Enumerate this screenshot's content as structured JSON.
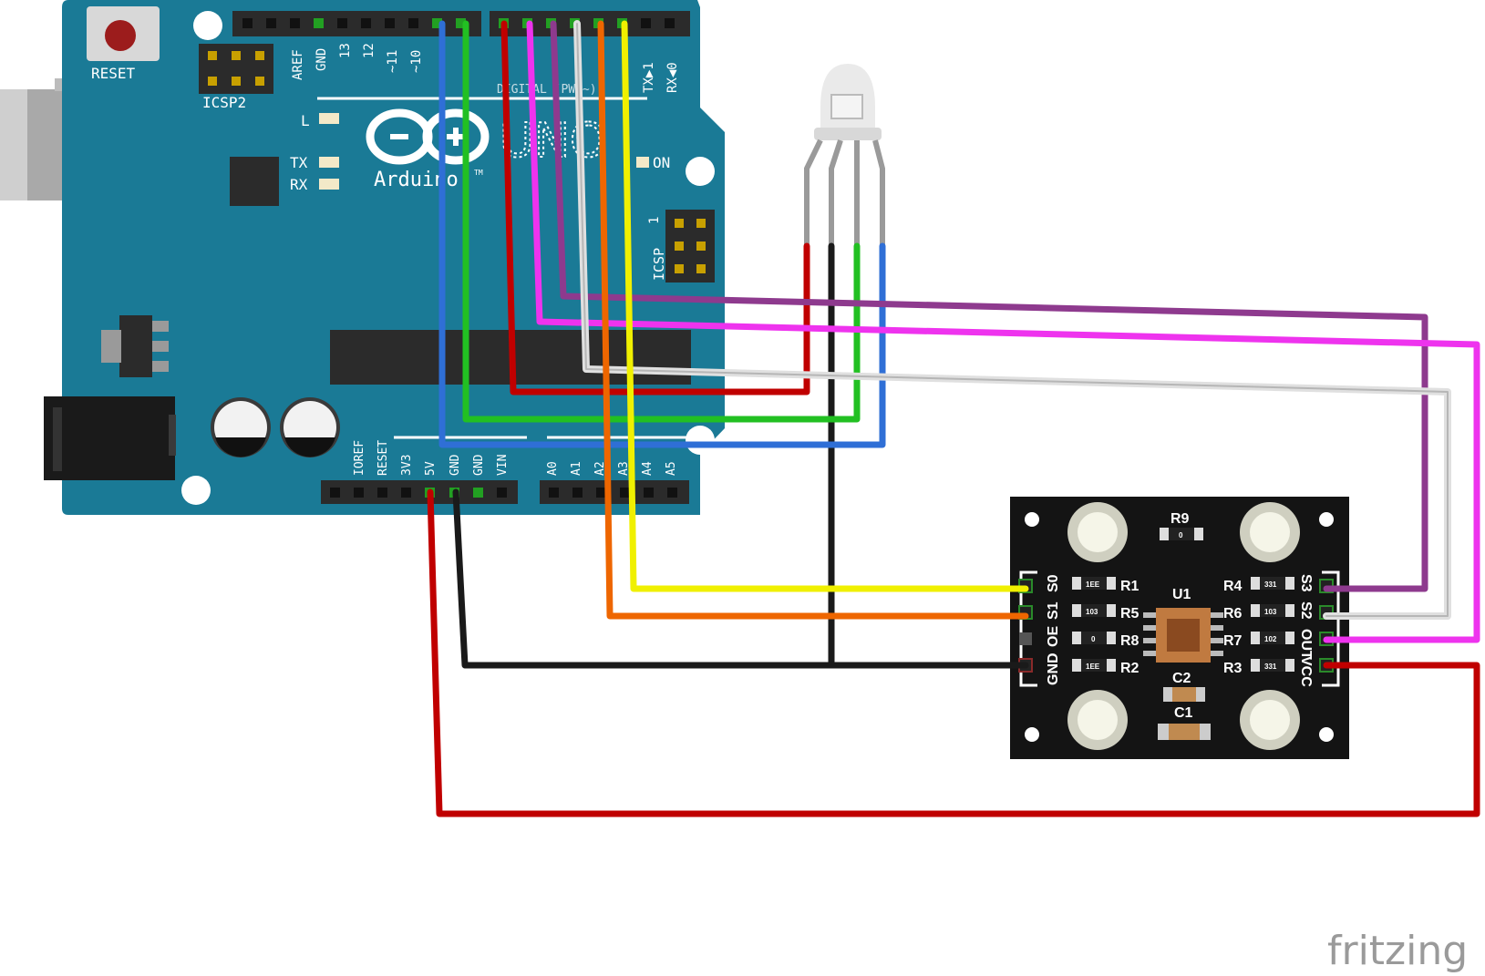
{
  "app": {
    "brand": "fritzing"
  },
  "arduino": {
    "reset_label": "RESET",
    "icsp2_label": "ICSP2",
    "icsp_label": "ICSP",
    "icsp_pin1": "1",
    "logo_word": "Arduino",
    "logo_tm": "TM",
    "model": "UNO",
    "led_l": "L",
    "led_tx": "TX",
    "led_rx": "RX",
    "led_on": "ON",
    "digital_header_label": "DIGITAL (PWM~)",
    "top_pins": [
      "AREF",
      "GND",
      "13",
      "12",
      "~11",
      "~10"
    ],
    "digital_pins": [
      "TX▶1",
      "RX◀0"
    ],
    "power_pins": [
      "IOREF",
      "RESET",
      "3V3",
      "5V",
      "GND",
      "GND",
      "VIN"
    ],
    "analog_pins": [
      "A0",
      "A1",
      "A2",
      "A3",
      "A4",
      "A5"
    ],
    "colors": {
      "board": "#1a7a96",
      "header": "#2b2b2b"
    }
  },
  "sensor": {
    "pins_left": [
      "S0",
      "S1",
      "OE",
      "GND"
    ],
    "pins_right": [
      "S3",
      "S2",
      "OUT",
      "VCC"
    ],
    "resistors": [
      "R1",
      "R5",
      "R8",
      "R2",
      "R4",
      "R6",
      "R7",
      "R3",
      "R9"
    ],
    "resistor_codes": [
      "1EE",
      "103",
      "0",
      "1EE",
      "331",
      "103",
      "102",
      "331",
      "0"
    ],
    "capacitors": [
      "C1",
      "C2"
    ],
    "chip": "U1",
    "color": "#141414"
  },
  "wires": {
    "colors": {
      "red": "#c00000",
      "black": "#1a1a1a",
      "green": "#22c022",
      "blue": "#2f6fd6",
      "purple": "#8e3a8e",
      "magenta": "#ee33ee",
      "white": "#e0e0e0",
      "orange": "#ee6600",
      "yellow": "#f0f000"
    }
  }
}
